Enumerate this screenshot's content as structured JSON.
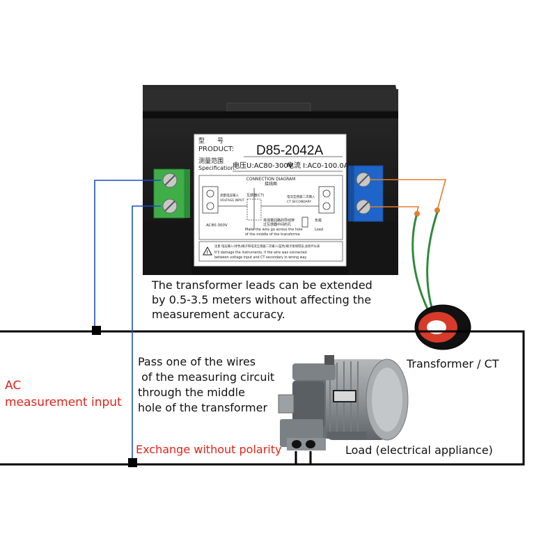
{
  "meter": {
    "product_label_cn": "型　　号",
    "product_label": "PRODUCT:",
    "model": "D85-2042A",
    "spec_label_cn": "测量范围",
    "spec_label": "Specification:",
    "voltage_spec": "电压U:AC80-300V",
    "current_spec": "电流 I:AC0-100.0A",
    "diagram_title": "CONNECTION DIAGRAM",
    "diagram_title_cn": "接线图",
    "voltage_input_label": "VOLTAGE INPUT",
    "voltage_input_cn": "测量电压输入",
    "ct_label": "互感器(CT)",
    "ct_secondary_label": "CT SECONDARY",
    "ct_secondary_cn": "电流互感器二次输入",
    "voltage_range": "AC80-300V",
    "load_label": "Load",
    "load_cn": "负载\n(用电器)",
    "wire_note": "Make the wire go across the hole\nof the middle of the transforme",
    "wire_note_cn": "将测量回路的导线穿\n过互感器中间的孔",
    "warning_cn": "注意:电压输入(绿色)端子和电流互感器二次输入(蓝色)端子接线错误,会损坏仪表",
    "warning": "It'll damage the instruments, if the wire was connected\nbetween voltage input and CT secondary in wrong way"
  },
  "annotations": {
    "extension_note": "The transformer leads can be extended\nby 0.5-3.5 meters without affecting the\nmeasurement accuracy.",
    "pass_wire_note": "Pass one of the wires\n of the measuring circuit\nthrough the middle\nhole of the transformer",
    "ac_input": "AC\nmeasurement input",
    "no_polarity": "Exchange without polarity",
    "transformer": "Transformer / CT",
    "load": "Load (electrical appliance)"
  },
  "colors": {
    "meter_body": "#1c1c1c",
    "voltage_terminal": "#3fae49",
    "ct_terminal": "#1f64c8",
    "signal_wire": "#1a4fc9",
    "ct_wire": "#e57c2e",
    "ct_lead": "#2f8a3a",
    "ct_ring": "#d83a2a",
    "circuit_line": "#000000",
    "highlight_text": "#e2221a",
    "motor": "#8f9498"
  }
}
